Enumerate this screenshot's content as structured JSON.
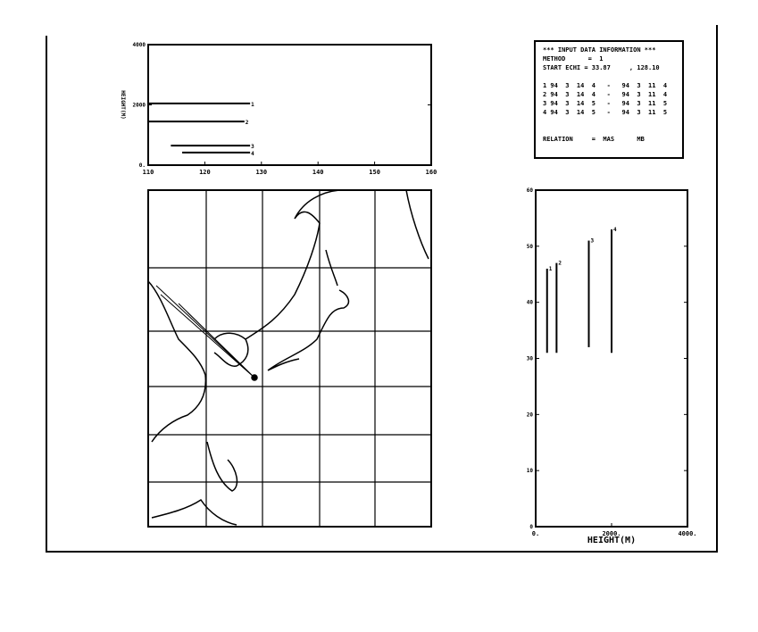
{
  "info_box": {
    "title": "*** INPUT DATA INFORMATION ***",
    "method": "METHOD      =  1",
    "start": "START ECHI = 33.87     , 128.10",
    "rows": [
      "1 94  3  14  4   -   94  3  11  4",
      "2 94  3  14  4   -   94  3  11  4",
      "3 94  3  14  5   -   94  3  11  5",
      "4 94  3  14  5   -   94  3  11  5"
    ],
    "footer": "RELATION     =  MAS      MB"
  },
  "chart_data": [
    {
      "type": "line",
      "title": "",
      "ylabel": "HEIGHT(M)",
      "xlabel": "",
      "xlim": [
        110,
        160
      ],
      "ylim": [
        0,
        4000
      ],
      "xticks": [
        "110",
        "120",
        "130",
        "140",
        "150",
        "160"
      ],
      "yticks": [
        "0.",
        "2000",
        "4000"
      ],
      "series": [
        {
          "name": "1",
          "x": [
            110,
            128
          ],
          "y": [
            2050,
            2050
          ]
        },
        {
          "name": "2",
          "x": [
            110,
            127
          ],
          "y": [
            1450,
            1450
          ]
        },
        {
          "name": "3",
          "x": [
            114,
            128
          ],
          "y": [
            650,
            650
          ]
        },
        {
          "name": "4",
          "x": [
            116,
            128
          ],
          "y": [
            420,
            420
          ]
        }
      ]
    },
    {
      "type": "line",
      "title": "",
      "xlabel": "HEIGHT(M)",
      "ylabel": "",
      "xlim": [
        0,
        4000
      ],
      "ylim": [
        0,
        60
      ],
      "xticks": [
        "0.",
        "2000.",
        "4000."
      ],
      "yticks": [
        "0",
        "10",
        "20",
        "30",
        "40",
        "50",
        "60"
      ],
      "series": [
        {
          "name": "1",
          "x": [
            300,
            300
          ],
          "y": [
            31,
            46
          ]
        },
        {
          "name": "2",
          "x": [
            550,
            550
          ],
          "y": [
            31,
            47
          ]
        },
        {
          "name": "3",
          "x": [
            1400,
            1400
          ],
          "y": [
            32,
            51
          ]
        },
        {
          "name": "4",
          "x": [
            2000,
            2000
          ],
          "y": [
            31,
            53
          ]
        }
      ]
    }
  ]
}
